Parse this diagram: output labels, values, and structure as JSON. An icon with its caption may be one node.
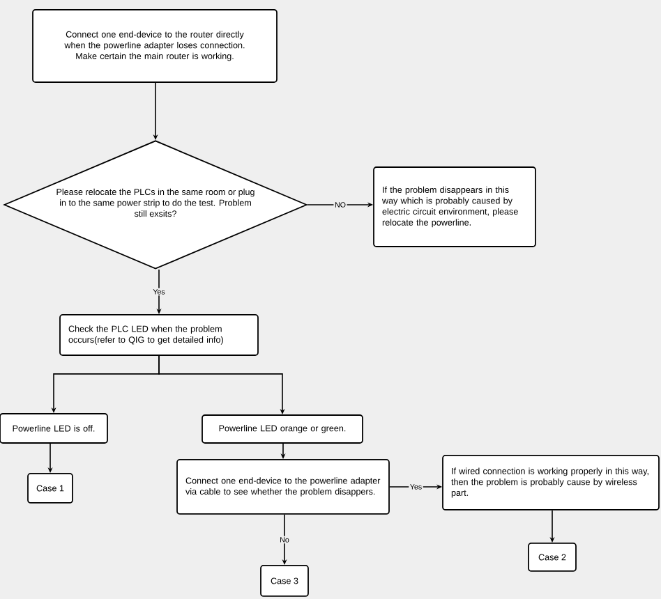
{
  "diagram": {
    "nodes": [
      {
        "text": [
          "Connect one end-device to the router directly when the powerline adapter loses connection. Make certain the main router is working."
        ]
      },
      {
        "text": [
          "Please relocate the PLCs in the same room or plug in to the same power strip to do the test. Problem still exsits?"
        ]
      },
      {
        "text": [
          "If the problem disappears in this way which is probably caused by electric circuit environment, please relocate the powerline."
        ]
      },
      {
        "text": [
          "Check the PLC LED when the problem occurs(refer to QIG to get detailed info)"
        ]
      },
      {
        "text": [
          "Powerline LED is off."
        ]
      },
      {
        "text": [
          "Case 1"
        ]
      },
      {
        "text": [
          "Powerline LED orange or green."
        ]
      },
      {
        "text": [
          "Connect one end-device to the powerline adapter via cable to see whether the problem disappers."
        ]
      },
      {
        "text": [
          "If wired connection is working properly in this way, then  the problem is probably cause by wireless part."
        ]
      },
      {
        "text": [
          "Case 3"
        ]
      },
      {
        "text": [
          "Case 2"
        ]
      }
    ],
    "edges": [
      {
        "from": 0,
        "to": 1,
        "arrow": "to"
      },
      {
        "from": 1,
        "to": 2,
        "arrow": "to",
        "label": "NO"
      },
      {
        "from": 1,
        "to": 3,
        "arrow": "to",
        "label": "Yes"
      },
      {
        "from": 3,
        "to": 4,
        "arrow": "to"
      },
      {
        "from": 3,
        "to": 6,
        "arrow": "to"
      },
      {
        "from": 4,
        "to": 5,
        "arrow": "to"
      },
      {
        "from": 6,
        "to": 7,
        "arrow": "to"
      },
      {
        "from": 7,
        "to": 8,
        "arrow": "to",
        "label": "Yes"
      },
      {
        "from": 7,
        "to": 9,
        "arrow": "to",
        "label": "No"
      },
      {
        "from": 8,
        "to": 10,
        "arrow": "to"
      }
    ]
  }
}
